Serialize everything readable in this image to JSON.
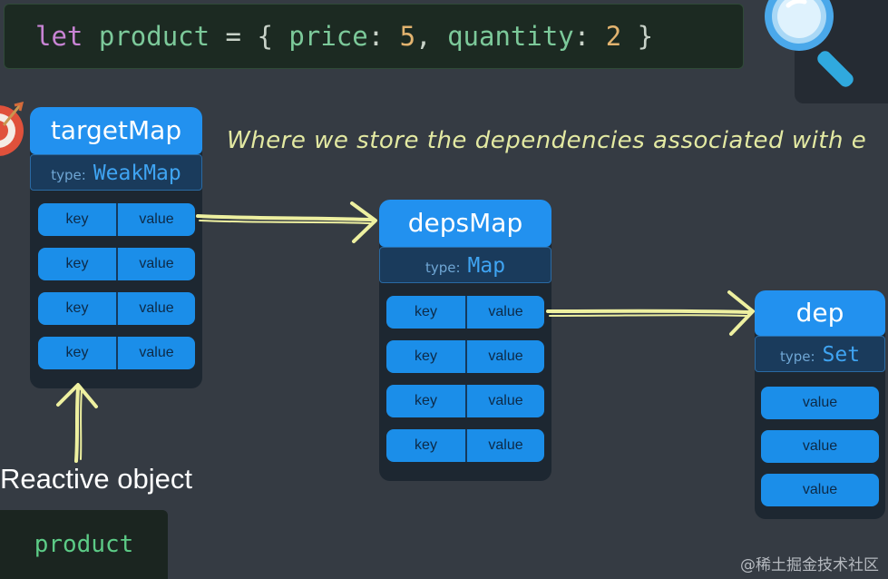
{
  "code": {
    "keyword": "let",
    "identifier": "product",
    "equals": "=",
    "open_brace": "{",
    "key1": "price",
    "colon1": ":",
    "value1": "5",
    "comma": ",",
    "key2": "quantity",
    "colon2": ":",
    "value2": "2",
    "close_brace": "}"
  },
  "annotation": "Where we store the dependencies associated with e",
  "target_map": {
    "title": "targetMap",
    "type_label": "type:",
    "type_value": "WeakMap",
    "rows": [
      {
        "key": "key",
        "value": "value"
      },
      {
        "key": "key",
        "value": "value"
      },
      {
        "key": "key",
        "value": "value"
      },
      {
        "key": "key",
        "value": "value"
      }
    ]
  },
  "deps_map": {
    "title": "depsMap",
    "type_label": "type:",
    "type_value": "Map",
    "rows": [
      {
        "key": "key",
        "value": "value"
      },
      {
        "key": "key",
        "value": "value"
      },
      {
        "key": "key",
        "value": "value"
      },
      {
        "key": "key",
        "value": "value"
      }
    ]
  },
  "dep": {
    "title": "dep",
    "type_label": "type:",
    "type_value": "Set",
    "rows": [
      "value",
      "value",
      "value"
    ]
  },
  "reactive_caption": "Reactive object",
  "product_label": "product",
  "watermark": "@稀土掘金技术社区",
  "colors": {
    "background": "#353b43",
    "header_blue": "#2291ef",
    "row_blue": "#1b8ee9",
    "arrow_yellow": "#eef0a0",
    "note_color": "#e3e9a2"
  }
}
